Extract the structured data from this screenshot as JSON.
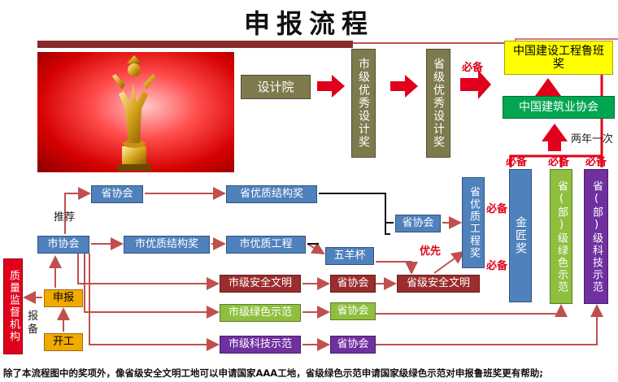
{
  "title": "申报流程",
  "nodes": {
    "design_institute": "设计院",
    "city_excellent_design": "市级优秀设计奖",
    "province_excellent_design": "省级优秀设计奖",
    "luban_award": "中国建设工程鲁班奖",
    "china_construction_association": "中国建筑业协会",
    "province_association_1": "省协会",
    "province_quality_structure": "省优质结构奖",
    "city_association": "市协会",
    "city_quality_structure": "市优质结构奖",
    "city_quality_project": "市优质工程",
    "province_association_2": "省协会",
    "wuyang_cup": "五羊杯",
    "province_quality_project": "省优质工程奖",
    "jinjiang_award": "金匠奖",
    "green_demo": "省(部)级绿色示范",
    "tech_demo": "省(部)级科技示范",
    "city_safety": "市级安全文明",
    "province_association_3": "省协会",
    "province_safety": "省级安全文明",
    "city_green": "市级绿色示范",
    "province_association_4": "省协会",
    "city_tech": "市级科技示范",
    "province_association_5": "省协会",
    "declare": "申报",
    "start": "开工",
    "quality_supervision": "质量监督机构"
  },
  "labels": {
    "required_top": "必备",
    "required_jinjiang": "必备",
    "required_green": "必备",
    "required_tech": "必备",
    "required_prov_quality_1": "必备",
    "required_prov_quality_2": "必备",
    "every_two_years": "两年一次",
    "priority": "优先",
    "recommend": "推荐",
    "report": "报备"
  },
  "footnote": "除了本流程图中的奖项外，像省级安全文明工地可以申请国家AAA工地，省级绿色示范申请国家级绿色示范对申报鲁班奖更有帮助;",
  "colors": {
    "arrow_red": "#e0001b",
    "connector": "#c0504d",
    "blue_box": "#4f81bd",
    "olive_box": "#7f7a4e",
    "dark_red_box": "#9b2d2d",
    "green_box": "#8fbf3f",
    "purple_box": "#7030a0",
    "yellow_box": "#ffff00",
    "emerald_box": "#00a651"
  },
  "image": {
    "subject": "golden-trophy"
  }
}
